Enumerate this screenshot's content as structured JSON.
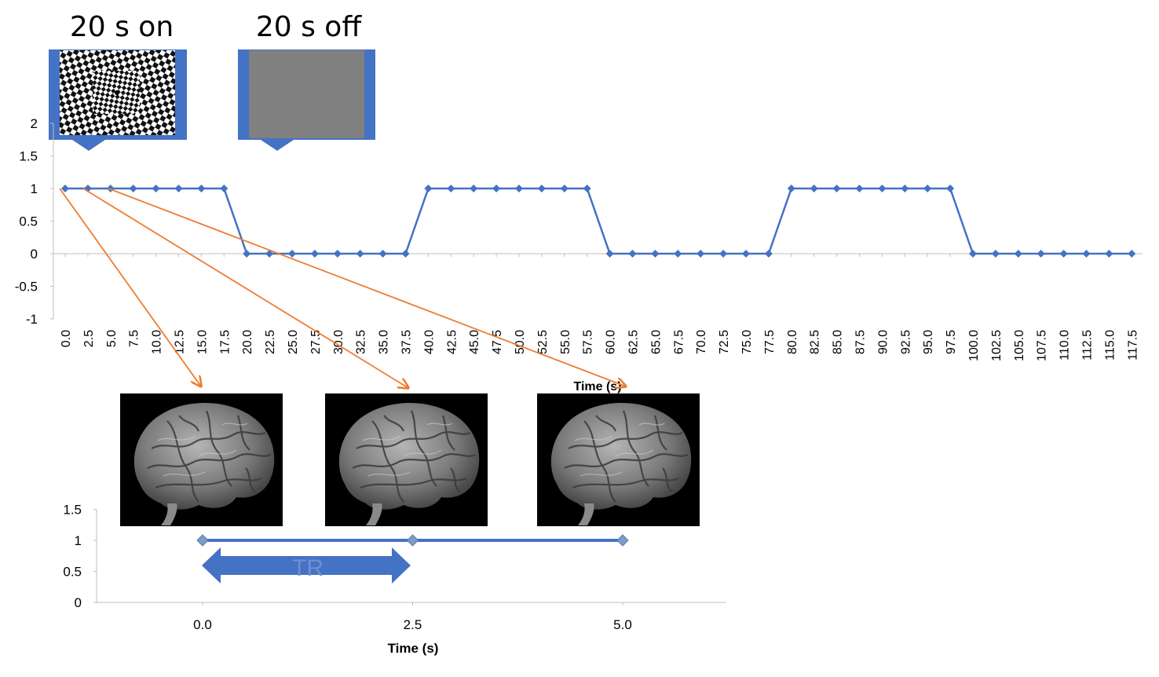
{
  "stimulus": {
    "on_label": "20 s on",
    "off_label": "20 s off"
  },
  "colors": {
    "series": "#4472C4",
    "marker_light": "#7F9BC6",
    "arrow": "#ED7D31",
    "callout": "#4472C4",
    "gray_screen": "#808080",
    "axis": "#BFBFBF"
  },
  "chart_data": [
    {
      "type": "line",
      "title": "",
      "xlabel": "Time (s)",
      "ylabel": "",
      "ylim": [
        -1,
        2
      ],
      "yticks": [
        "-1",
        "-0.5",
        "0",
        "0.5",
        "1",
        "1.5",
        "2"
      ],
      "x": [
        "0.0",
        "2.5",
        "5.0",
        "7.5",
        "10.0",
        "12.5",
        "15.0",
        "17.5",
        "20.0",
        "22.5",
        "25.0",
        "27.5",
        "30.0",
        "32.5",
        "35.0",
        "37.5",
        "40.0",
        "42.5",
        "45.0",
        "47.5",
        "50.0",
        "52.5",
        "55.0",
        "57.5",
        "60.0",
        "62.5",
        "65.0",
        "67.5",
        "70.0",
        "72.5",
        "75.0",
        "77.5",
        "80.0",
        "82.5",
        "85.0",
        "87.5",
        "90.0",
        "92.5",
        "95.0",
        "97.5",
        "100.0",
        "102.5",
        "105.0",
        "107.5",
        "110.0",
        "112.5",
        "115.0",
        "117.5"
      ],
      "values": [
        1,
        1,
        1,
        1,
        1,
        1,
        1,
        1,
        0,
        0,
        0,
        0,
        0,
        0,
        0,
        0,
        1,
        1,
        1,
        1,
        1,
        1,
        1,
        1,
        0,
        0,
        0,
        0,
        0,
        0,
        0,
        0,
        1,
        1,
        1,
        1,
        1,
        1,
        1,
        1,
        0,
        0,
        0,
        0,
        0,
        0,
        0,
        0
      ],
      "grid": false,
      "legend": "none"
    },
    {
      "type": "line",
      "title": "",
      "xlabel": "Time (s)",
      "ylabel": "",
      "ylim": [
        0,
        1.5
      ],
      "xlim": [
        -0.8,
        5.0
      ],
      "yticks": [
        "0",
        "0.5",
        "1",
        "1.5"
      ],
      "xticks": [
        "0.0",
        "2.5",
        "5.0"
      ],
      "x": [
        0.0,
        2.5,
        5.0
      ],
      "values": [
        1,
        1,
        1
      ],
      "annotation": "TR",
      "grid": false,
      "legend": "none"
    }
  ]
}
